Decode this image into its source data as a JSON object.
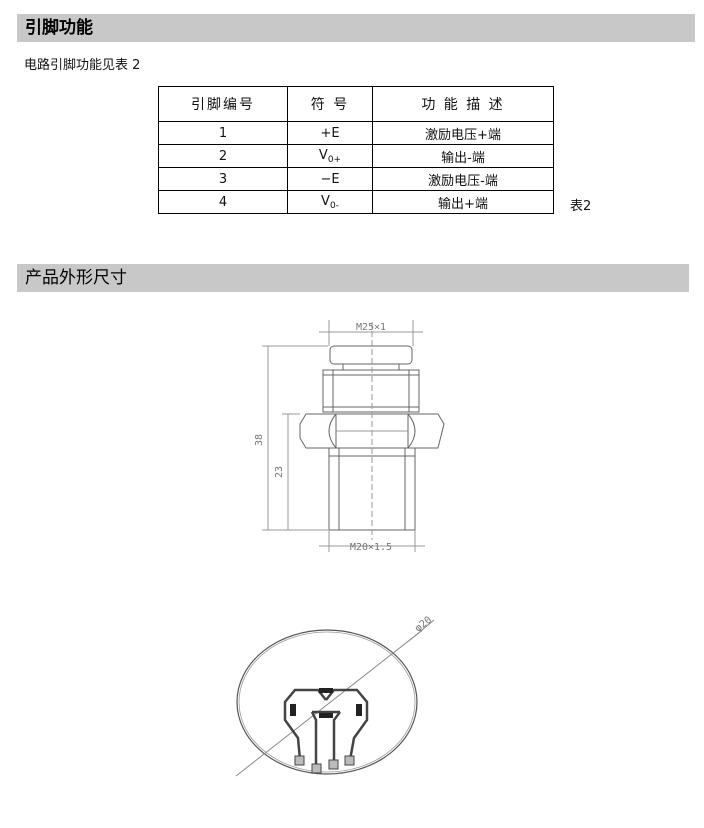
{
  "section1": {
    "title": "引脚功能"
  },
  "intro": "电路引脚功能见表 2",
  "pin_table": {
    "headers": [
      "引脚编号",
      "符 号",
      "功 能 描 述"
    ],
    "rows": [
      {
        "num": "1",
        "sym_main": "+E",
        "sym_sub": "",
        "desc": "激励电压+端"
      },
      {
        "num": "2",
        "sym_main": "V",
        "sym_sub": "0+",
        "desc": "输出-端"
      },
      {
        "num": "3",
        "sym_main": "−E",
        "sym_sub": "",
        "desc": "激励电压-端"
      },
      {
        "num": "4",
        "sym_main": "V",
        "sym_sub": "0-",
        "desc": "输出+端"
      }
    ],
    "caption": "表2"
  },
  "section2": {
    "title": "产品外形尺寸"
  },
  "dimensions": {
    "top_thread": "M25×1",
    "bottom_thread": "M20×1.5",
    "overall_height": "38",
    "lower_height": "23",
    "diameter": "φ20"
  }
}
